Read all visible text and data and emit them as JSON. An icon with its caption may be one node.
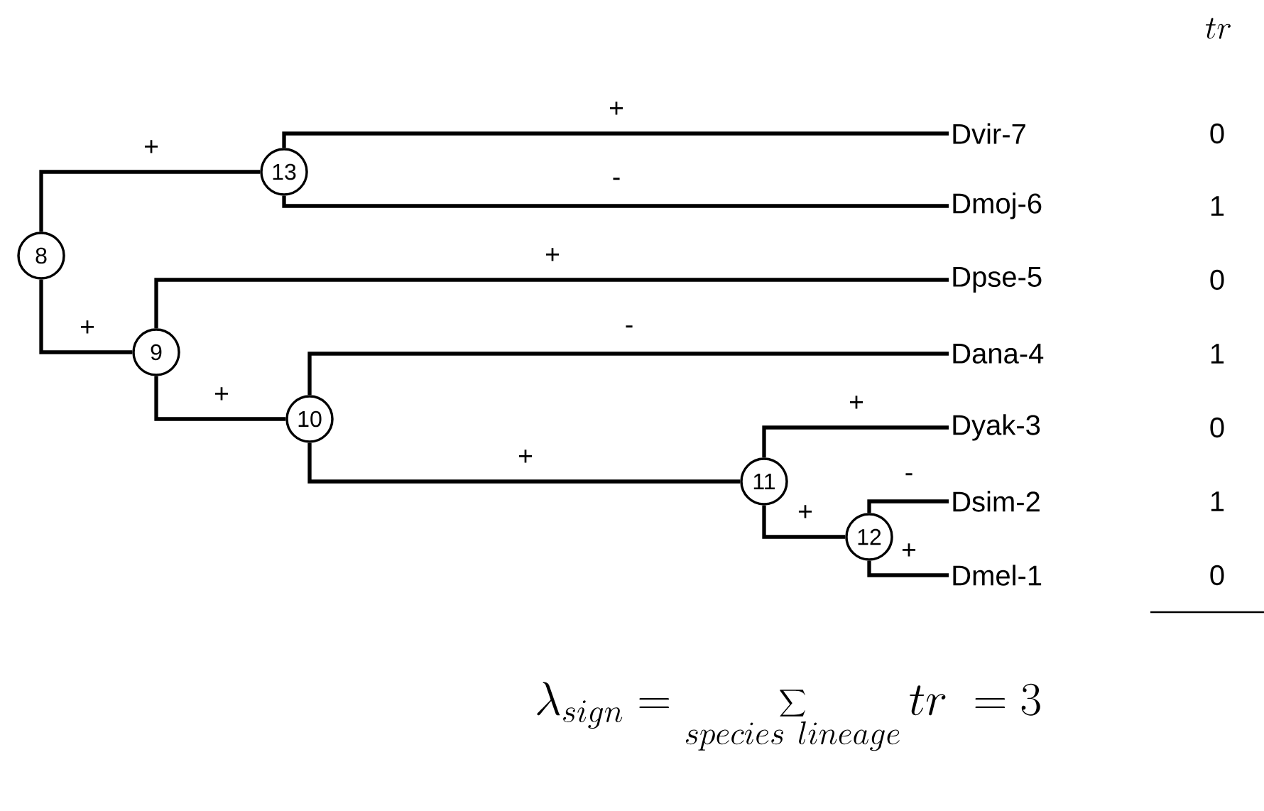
{
  "diagram": {
    "nodes": [
      {
        "text": [
          "8"
        ]
      },
      {
        "text": [
          "13"
        ]
      },
      {
        "text": [
          "9"
        ]
      },
      {
        "text": [
          "10"
        ]
      },
      {
        "text": [
          "11"
        ]
      },
      {
        "text": [
          "12"
        ]
      },
      {
        "text": [
          "Dvir-7"
        ]
      },
      {
        "text": [
          "Dmoj-6"
        ]
      },
      {
        "text": [
          "Dpse-5"
        ]
      },
      {
        "text": [
          "Dana-4"
        ]
      },
      {
        "text": [
          "Dyak-3"
        ]
      },
      {
        "text": [
          "Dsim-2"
        ]
      },
      {
        "text": [
          "Dmel-1"
        ]
      }
    ],
    "edges": [
      {
        "from": 0,
        "to": 1,
        "arrow": "none",
        "label": "+"
      },
      {
        "from": 1,
        "to": 6,
        "arrow": "none",
        "label": "+"
      },
      {
        "from": 1,
        "to": 7,
        "arrow": "none",
        "label": "-"
      },
      {
        "from": 0,
        "to": 2,
        "arrow": "none",
        "label": "+"
      },
      {
        "from": 2,
        "to": 8,
        "arrow": "none",
        "label": "+"
      },
      {
        "from": 2,
        "to": 3,
        "arrow": "none",
        "label": "+"
      },
      {
        "from": 3,
        "to": 9,
        "arrow": "none",
        "label": "-"
      },
      {
        "from": 3,
        "to": 4,
        "arrow": "none",
        "label": "+"
      },
      {
        "from": 4,
        "to": 10,
        "arrow": "none",
        "label": "+"
      },
      {
        "from": 4,
        "to": 5,
        "arrow": "none",
        "label": "+"
      },
      {
        "from": 5,
        "to": 11,
        "arrow": "none",
        "label": "-"
      },
      {
        "from": 5,
        "to": 12,
        "arrow": "none",
        "label": "+"
      }
    ],
    "labels": [
      "tr",
      "0",
      "1",
      "0",
      "1",
      "0",
      "1",
      "0",
      "\\lambda_{sign} = \\sum_{species\\ lineage} tr\\ = 3"
    ]
  }
}
